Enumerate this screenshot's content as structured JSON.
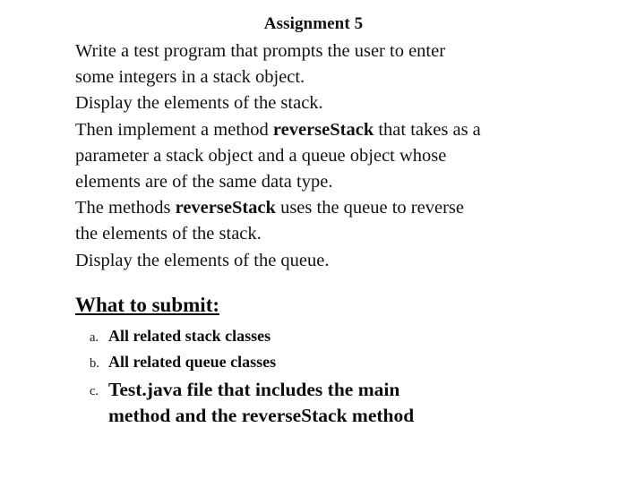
{
  "document": {
    "title": "Assignment 5",
    "background_color": "#ffffff",
    "text_color": "#0d0d0d",
    "body_lines": [
      {
        "segments": [
          {
            "text": "Write a test program that prompts the user to enter",
            "bold": false
          }
        ]
      },
      {
        "segments": [
          {
            "text": "some integers in a stack object.",
            "bold": false
          }
        ]
      },
      {
        "segments": [
          {
            "text": "Display the elements of the stack.",
            "bold": false
          }
        ]
      },
      {
        "segments": [
          {
            "text": "Then implement a method ",
            "bold": false
          },
          {
            "text": "reverseStack",
            "bold": true
          },
          {
            "text": " that takes as a",
            "bold": false
          }
        ]
      },
      {
        "segments": [
          {
            "text": "parameter a stack object and a queue object whose",
            "bold": false
          }
        ]
      },
      {
        "segments": [
          {
            "text": "elements are of the same data type.",
            "bold": false
          }
        ]
      },
      {
        "segments": [
          {
            "text": "The methods ",
            "bold": false
          },
          {
            "text": "reverseStack",
            "bold": true
          },
          {
            "text": " uses the queue to reverse",
            "bold": false
          }
        ]
      },
      {
        "segments": [
          {
            "text": "the elements of the stack.",
            "bold": false
          }
        ]
      },
      {
        "segments": [
          {
            "text": "Display the elements of the queue.",
            "bold": false
          }
        ]
      }
    ],
    "submit_section": {
      "heading": "What to submit:",
      "items": [
        {
          "marker": "a.",
          "lines": [
            "All related stack classes"
          ],
          "size": "small"
        },
        {
          "marker": "b.",
          "lines": [
            "All related queue classes"
          ],
          "size": "small"
        },
        {
          "marker": "c.",
          "lines": [
            "Test.java file that includes the main",
            "method and the reverseStack method"
          ],
          "size": "large"
        }
      ]
    }
  }
}
